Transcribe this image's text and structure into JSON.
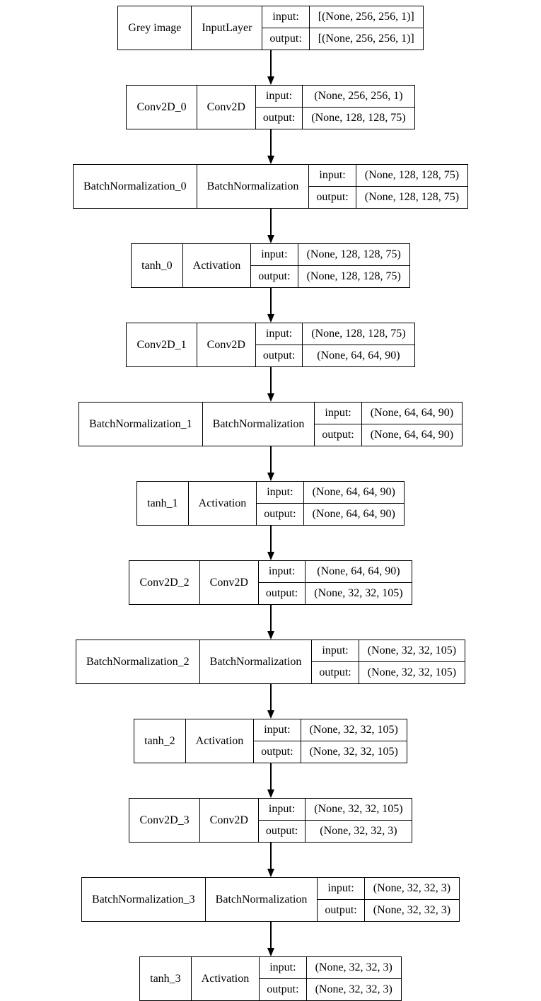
{
  "diagram": {
    "kind": "keras-model-architecture",
    "colors": {
      "border": "#000000",
      "background": "#ffffff",
      "text": "#000000"
    },
    "io_labels": {
      "input": "input:",
      "output": "output:"
    },
    "nodes": [
      {
        "name": "Grey image",
        "type": "InputLayer",
        "input_label": "input:",
        "output_label": "output:",
        "input_shape": "[(None, 256, 256, 1)]",
        "output_shape": "[(None, 256, 256, 1)]"
      },
      {
        "name": "Conv2D_0",
        "type": "Conv2D",
        "input_label": "input:",
        "output_label": "output:",
        "input_shape": "(None, 256, 256, 1)",
        "output_shape": "(None, 128, 128, 75)"
      },
      {
        "name": "BatchNormalization_0",
        "type": "BatchNormalization",
        "input_label": "input:",
        "output_label": "output:",
        "input_shape": "(None, 128, 128, 75)",
        "output_shape": "(None, 128, 128, 75)"
      },
      {
        "name": "tanh_0",
        "type": "Activation",
        "input_label": "input:",
        "output_label": "output:",
        "input_shape": "(None, 128, 128, 75)",
        "output_shape": "(None, 128, 128, 75)"
      },
      {
        "name": "Conv2D_1",
        "type": "Conv2D",
        "input_label": "input:",
        "output_label": "output:",
        "input_shape": "(None, 128, 128, 75)",
        "output_shape": "(None, 64, 64, 90)"
      },
      {
        "name": "BatchNormalization_1",
        "type": "BatchNormalization",
        "input_label": "input:",
        "output_label": "output:",
        "input_shape": "(None, 64, 64, 90)",
        "output_shape": "(None, 64, 64, 90)"
      },
      {
        "name": "tanh_1",
        "type": "Activation",
        "input_label": "input:",
        "output_label": "output:",
        "input_shape": "(None, 64, 64, 90)",
        "output_shape": "(None, 64, 64, 90)"
      },
      {
        "name": "Conv2D_2",
        "type": "Conv2D",
        "input_label": "input:",
        "output_label": "output:",
        "input_shape": "(None, 64, 64, 90)",
        "output_shape": "(None, 32, 32, 105)"
      },
      {
        "name": "BatchNormalization_2",
        "type": "BatchNormalization",
        "input_label": "input:",
        "output_label": "output:",
        "input_shape": "(None, 32, 32, 105)",
        "output_shape": "(None, 32, 32, 105)"
      },
      {
        "name": "tanh_2",
        "type": "Activation",
        "input_label": "input:",
        "output_label": "output:",
        "input_shape": "(None, 32, 32, 105)",
        "output_shape": "(None, 32, 32, 105)"
      },
      {
        "name": "Conv2D_3",
        "type": "Conv2D",
        "input_label": "input:",
        "output_label": "output:",
        "input_shape": "(None, 32, 32, 105)",
        "output_shape": "(None, 32, 32, 3)"
      },
      {
        "name": "BatchNormalization_3",
        "type": "BatchNormalization",
        "input_label": "input:",
        "output_label": "output:",
        "input_shape": "(None, 32, 32, 3)",
        "output_shape": "(None, 32, 32, 3)"
      },
      {
        "name": "tanh_3",
        "type": "Activation",
        "input_label": "input:",
        "output_label": "output:",
        "input_shape": "(None, 32, 32, 3)",
        "output_shape": "(None, 32, 32, 3)"
      }
    ]
  }
}
